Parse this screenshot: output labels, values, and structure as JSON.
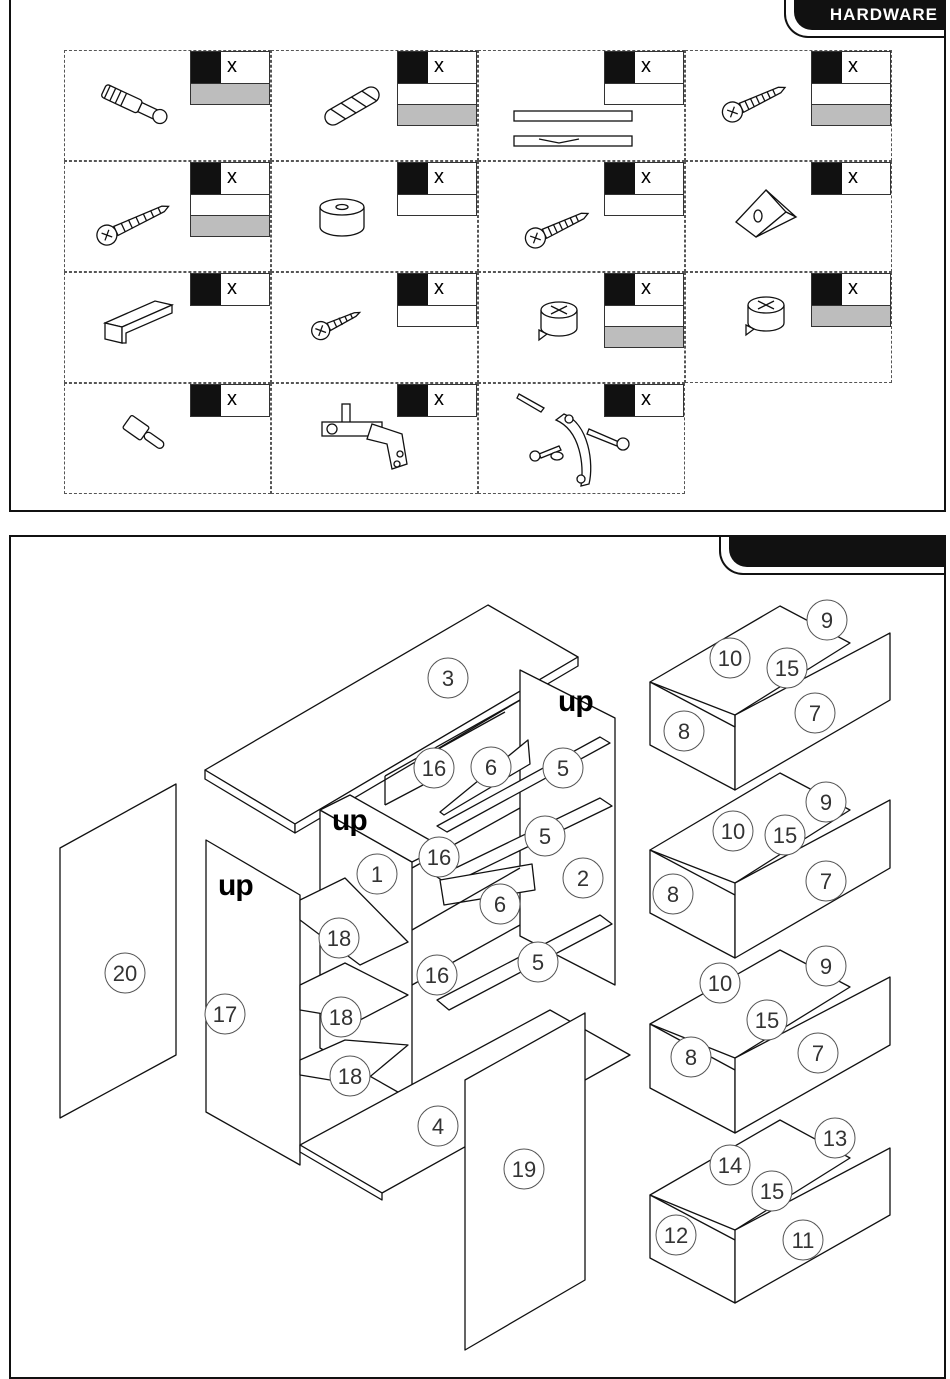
{
  "hardware_section": {
    "tab_title": "HARDWARE",
    "qty_symbol": "x",
    "items": [
      {
        "icon": "cam-bolt-icon"
      },
      {
        "icon": "wood-dowel-icon"
      },
      {
        "icon": "drawer-runner-icon"
      },
      {
        "icon": "screw-icon"
      },
      {
        "icon": "long-screw-icon"
      },
      {
        "icon": "plastic-foot-icon"
      },
      {
        "icon": "screw-icon"
      },
      {
        "icon": "corner-bracket-icon"
      },
      {
        "icon": "shelf-support-icon"
      },
      {
        "icon": "short-screw-icon"
      },
      {
        "icon": "cam-lock-icon"
      },
      {
        "icon": "cam-lock-icon"
      },
      {
        "icon": "shelf-pin-icon"
      },
      {
        "icon": "hinge-icon"
      },
      {
        "icon": "handle-set-icon"
      }
    ]
  },
  "parts_section": {
    "tab_title": "",
    "up_marker": "up",
    "part_numbers": [
      "1",
      "2",
      "3",
      "4",
      "5",
      "5",
      "5",
      "6",
      "6",
      "7",
      "7",
      "7",
      "8",
      "8",
      "8",
      "9",
      "9",
      "9",
      "10",
      "10",
      "10",
      "11",
      "12",
      "13",
      "14",
      "15",
      "15",
      "15",
      "15",
      "16",
      "16",
      "16",
      "17",
      "18",
      "18",
      "18",
      "19",
      "20"
    ]
  }
}
